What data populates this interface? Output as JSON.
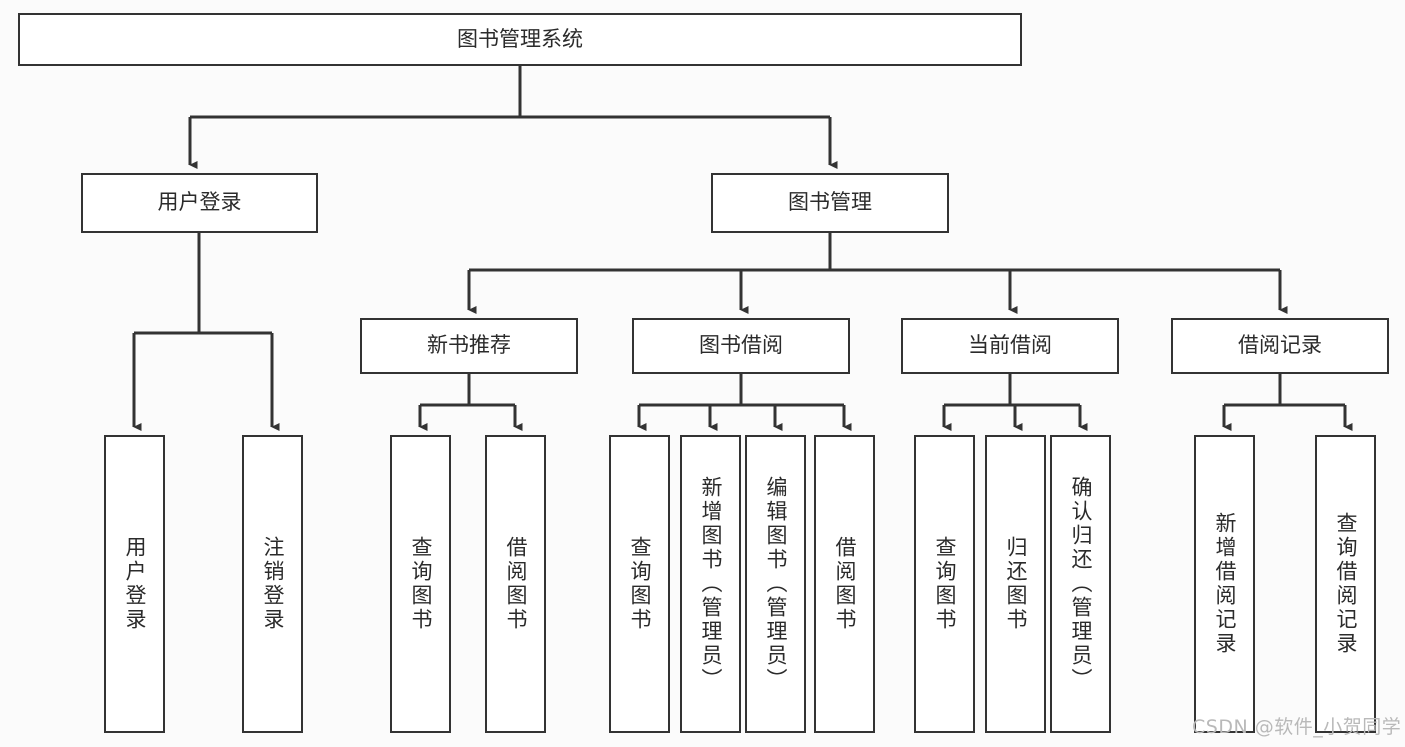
{
  "diagram": {
    "type": "tree",
    "title": "图书管理系统",
    "orientation": "top-down",
    "colors": {
      "border": "#333333",
      "fill": "#ffffff",
      "text": "#2b2b2b",
      "background": "#fbfbfb",
      "watermark": "#b9b9b9"
    },
    "nodes": {
      "root": {
        "label": "图书管理系统"
      },
      "level2": [
        {
          "label": "用户登录"
        },
        {
          "label": "图书管理"
        }
      ],
      "level3": [
        {
          "label": "新书推荐"
        },
        {
          "label": "图书借阅"
        },
        {
          "label": "当前借阅"
        },
        {
          "label": "借阅记录"
        }
      ],
      "leaves": [
        {
          "label": "用户登录",
          "parent": "用户登录"
        },
        {
          "label": "注销登录",
          "parent": "用户登录"
        },
        {
          "label": "查询图书",
          "parent": "新书推荐"
        },
        {
          "label": "借阅图书",
          "parent": "新书推荐"
        },
        {
          "label": "查询图书",
          "parent": "图书借阅"
        },
        {
          "label": "新增图书（管理员）",
          "parent": "图书借阅"
        },
        {
          "label": "编辑图书（管理员）",
          "parent": "图书借阅"
        },
        {
          "label": "借阅图书",
          "parent": "图书借阅"
        },
        {
          "label": "查询图书",
          "parent": "当前借阅"
        },
        {
          "label": "归还图书",
          "parent": "当前借阅"
        },
        {
          "label": "确认归还（管理员）",
          "parent": "当前借阅"
        },
        {
          "label": "新增借阅记录",
          "parent": "借阅记录"
        },
        {
          "label": "查询借阅记录",
          "parent": "借阅记录"
        }
      ]
    },
    "watermark": "CSDN @软件_小贺同学"
  }
}
